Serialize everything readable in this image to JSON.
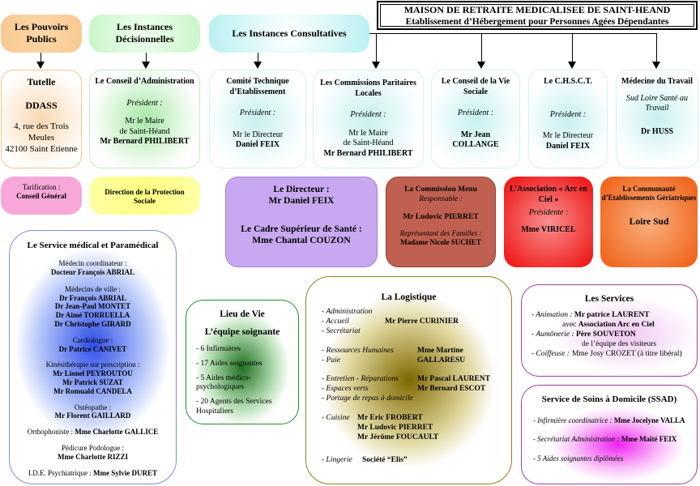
{
  "header": {
    "title": "MAISON DE RETRAITE MEDICALISEE DE SAINT-HEAND",
    "subtitle": "Etablissement d’Hébergement pour Personnes Agées Dépendantes"
  },
  "top": {
    "pouvoirs": "Les Pouvoirs Publics",
    "instances_dec": "Les Instances Décisionnelles",
    "instances_cons": "Les Instances Consultatives"
  },
  "tutelle": {
    "title": "Tutelle",
    "org": "DDASS",
    "addr1": "4, rue des Trois Meules",
    "addr2": "42100 Saint Etienne"
  },
  "conseil_admin": {
    "title": "Le Conseil d’Administration",
    "role": "Président :",
    "line1": "Mr le Maire",
    "line2": "de Saint-Héand",
    "name": "Mr Bernard PHILIBERT"
  },
  "comite": {
    "title": "Comité Technique d’Etablissement",
    "role": "Président :",
    "line1": "Mr le Directeur",
    "name": "Daniel FEIX"
  },
  "commissions": {
    "title": "Les Commissions Paritaires Locales",
    "role": "Président :",
    "line1": "Mr le Maire",
    "line2": "de Saint-Héand",
    "name": "Mr Bernard PHILIBERT"
  },
  "conseil_vie": {
    "title": "Le Conseil de la Vie Sociale",
    "role": "Président :",
    "line1": "Mr Jean",
    "name": "COLLANGE"
  },
  "chsct": {
    "title": "Le C.H.S.C.T.",
    "role": "Président :",
    "line1": "Mr le Directeur",
    "name": "Daniel FEIX"
  },
  "medecine": {
    "title": "Médecine du Travail",
    "line1": "Sud Loire Santé au Travail",
    "name": "Dr HUSS"
  },
  "tarification": {
    "label": "Tarification :",
    "name": "Conseil Général"
  },
  "direction_protection": "Direction de la Protection Sociale",
  "directeur": {
    "title": "Le Directeur :",
    "name": "Mr Daniel FEIX",
    "title2": "Le Cadre Supérieur de Santé :",
    "name2": "Mme Chantal COUZON"
  },
  "commission_menu": {
    "title": "La Commission Menu",
    "role": "Responsable :",
    "name": "Mr Ludovic PIERRET",
    "role2": "Représentant des Familles :",
    "name2": "Madame Nicole SUCHET"
  },
  "association": {
    "title": "L’Association « Arc en Ciel »",
    "role": "Présidente :",
    "name": "Mme VIRICEL"
  },
  "communaute": {
    "title": "La Communauté d’Etablissements Gériatriques",
    "name": "Loire Sud"
  },
  "medical": {
    "title": "Le Service médical et Paramédical",
    "coord_label": "Médecin coordinateur :",
    "coord_name": "Docteur François ABRIAL",
    "ville_label": "Médecins de ville :",
    "ville": [
      "Dr François ABRIAL",
      "Dr Jean-Paul MONTET",
      "Dr Aimé TORRUELLA",
      "Dr Christophe GIRARD"
    ],
    "cardio_label": "Cardiologue :",
    "cardio_name": "Dr Patrice CANIVET",
    "kine_label": "Kinésithérapie sur prescription :",
    "kine": [
      "Mr Lionel PEYROUTOU",
      "Mr Patrick SUZAT",
      "Mr Romuald CANDELA"
    ],
    "osteo_label": "Ostéopathe :",
    "osteo_name": "Mr Florent GAILLARD",
    "ortho_label": "Orthophoniste :",
    "ortho_name": "Mme Charlotte GALLICE",
    "pedi_label": "Pédicure Podologue :",
    "pedi_name": "Mme Charlotte RIZZI",
    "ide_label": "I.D.E. Psychiatrique :",
    "ide_name": "Mme Sylvie DURET"
  },
  "lieu_vie": {
    "title": "Lieu de Vie",
    "subtitle": "L’équipe soignante",
    "items": [
      "- 6 Infirmières",
      "- 17 Aides soignantes",
      "- 5 Aides médico-psychologiques",
      "- 20 Agents des Services Hospitaliers"
    ]
  },
  "logistique": {
    "title": "La Logistique",
    "admin": "- Administration",
    "accueil": "- Accueil",
    "accueil_name": "Mr Pierre CURINIER",
    "secretariat": "- Secrétariat",
    "rh": "- Ressources Humaines",
    "rh_name": "Mme Martine GALLARESU",
    "paie": "- Paie",
    "entretien": "- Entretien - Réparations",
    "entretien_name": "Mr Pascal LAURENT",
    "espaces": "- Espaces verts",
    "espaces_name": "Mr Bernard ESCOT",
    "portage": "- Portage de repas à domicile",
    "cuisine": "- Cuisine",
    "cuisine_names": [
      "Mr Eric FROBERT",
      "Mr Ludovic PIERRET",
      "Mr Jérôme FOUCAULT"
    ],
    "lingerie": "- Lingerie",
    "lingerie_name": "Société “Elis”"
  },
  "services": {
    "title": "Les Services",
    "anim_label": "- Animation :",
    "anim_name": "Mr patrice LAURENT",
    "anim_with": "avec",
    "anim_assoc": "Association Arc en Ciel",
    "aumon_label": "- Aumônerie :",
    "aumon_name": "Père SOUVETON",
    "aumon_rest": "de l’équipe des visiteurs",
    "coiff_label": "- Coiffeuse :",
    "coiff_name": "Mme Josy CROZET (à titre libéral)"
  },
  "ssad": {
    "title": "Service de Soins à Domicile (SSAD)",
    "inf_label": "- Infirmière coordinatrice :",
    "inf_name": "Mme Jocelyne VALLA",
    "sec_label": "- Secrétariat Administration :",
    "sec_name": "Mme Maïté FEIX",
    "aides": "- 5 Aides soignantes diplômées"
  }
}
